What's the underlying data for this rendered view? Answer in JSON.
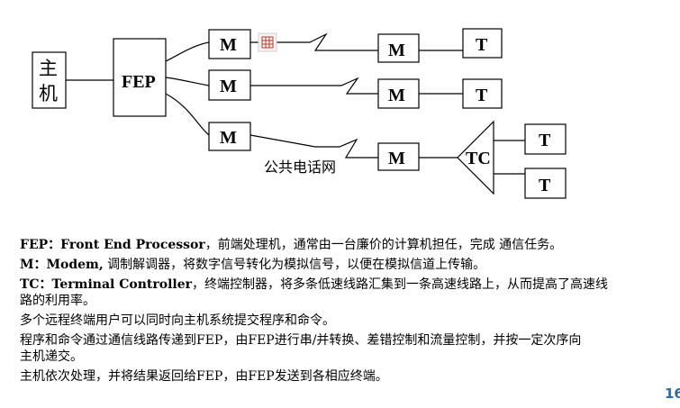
{
  "diagram": {
    "host_line1": "主",
    "host_line2": "机",
    "fep": "FEP",
    "modem": "M",
    "terminal": "T",
    "tc": "TC",
    "network_label": "公共电话网"
  },
  "text": {
    "line1_term": "FEP：Front End Processor",
    "line1_desc": "，前端处理机，通常由一台廉价的计算机担任，完成 通信任务。",
    "line2_term": "M：Modem,",
    "line2_desc": " 调制解调器，将数字信号转化为模拟信号，以便在模拟信道上传输。",
    "line3_term": "TC：Terminal Controller",
    "line3_desc": "，终端控制器，将多条低速线路汇集到一条高速线路上，从而提高了高速线",
    "line4": "路的利用率。",
    "line5": "多个远程终端用户可以同时向主机系统提交程序和命令。",
    "line6": "程序和命令通过通信线路传递到FEP，由FEP进行串/并转换、差错控制和流量控制，并按一定次序向",
    "line7": "主机递交。",
    "line8": "主机依次处理，并将结果返回给FEP，由FEP发送到各相应终端。"
  },
  "page_number": "16",
  "colors": {
    "page_number": "#2c6aa8",
    "toolbar_icon": "#c0392b"
  },
  "icons": {
    "floating_toolbar": "table-grid-icon"
  }
}
